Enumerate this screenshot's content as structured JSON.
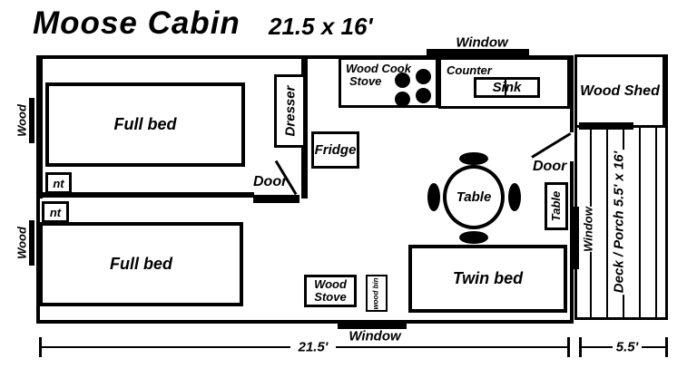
{
  "title": {
    "name": "Moose Cabin",
    "size": "21.5 x 16'"
  },
  "kitchen": {
    "window_label": "Window",
    "cook_stove": {
      "line1": "Wood Cook",
      "line2": "Stove"
    },
    "counter_label": "Counter",
    "sink_label": "Sink",
    "fridge_label": "Fridge"
  },
  "bedroom": {
    "bed_label": "Full bed",
    "nightstand1_label": "nt",
    "nightstand2_label": "nt",
    "dresser_label": "Dresser",
    "door_label": "Door"
  },
  "main_room": {
    "bed_label": "Full bed",
    "dining_table_label": "Table",
    "side_table_label": "Table",
    "twin_bed_label": "Twin bed",
    "wood_stove": {
      "line1": "Wood",
      "line2": "Stove"
    },
    "wood_bin_label": "wood bin",
    "door_label": "Door",
    "window_bottom_label": "Window",
    "window_right_label": "Window"
  },
  "left_wall": {
    "wood_upper_label": "Wood",
    "wood_lower_label": "Wood"
  },
  "outside": {
    "shed_label": "Wood Shed",
    "deck_label": "Deck / Porch 5.5' x 16'"
  },
  "dimensions": {
    "cabin_width": "21.5'",
    "deck_width": "5.5'"
  },
  "colors": {
    "ink": "#000000",
    "paper": "#ffffff"
  }
}
